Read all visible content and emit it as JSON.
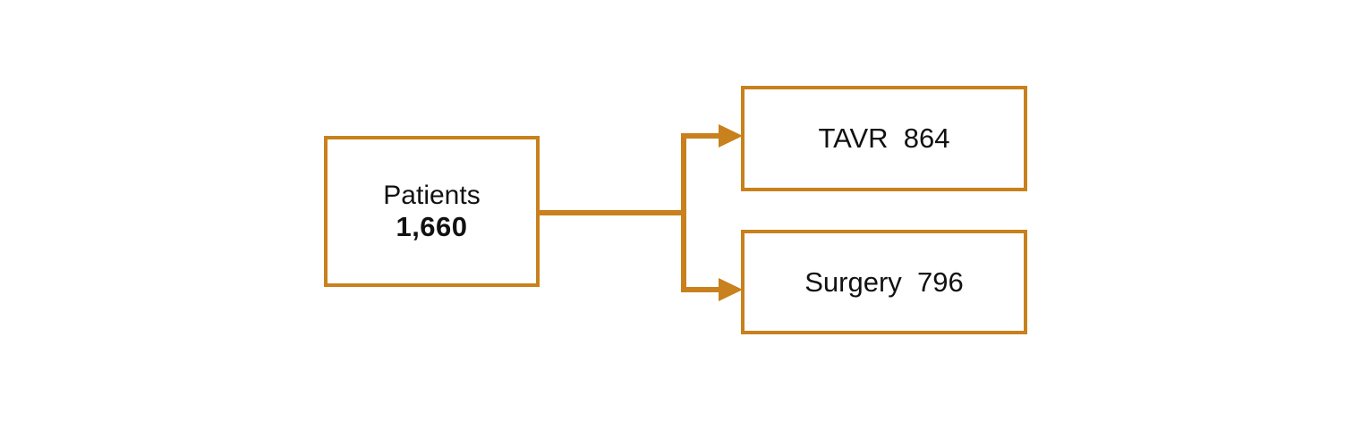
{
  "diagram": {
    "type": "flow-diagram",
    "orientation": "left-to-right",
    "accent_color": "#C8811C",
    "text_color": "#111111",
    "background_color": "#FFFFFF",
    "nodes": [
      {
        "id": "patients",
        "name": "Patients",
        "label_line1": "Patients",
        "label_line2": "1,660",
        "count": 1660
      },
      {
        "id": "tavr",
        "name": "TAVR",
        "label": "TAVR  864",
        "count": 864
      },
      {
        "id": "surgery",
        "name": "Surgery",
        "label": "Surgery  796",
        "count": 796
      }
    ],
    "edges": [
      {
        "from": "patients",
        "to": "tavr",
        "arrow": "right"
      },
      {
        "from": "patients",
        "to": "surgery",
        "arrow": "right"
      }
    ]
  }
}
